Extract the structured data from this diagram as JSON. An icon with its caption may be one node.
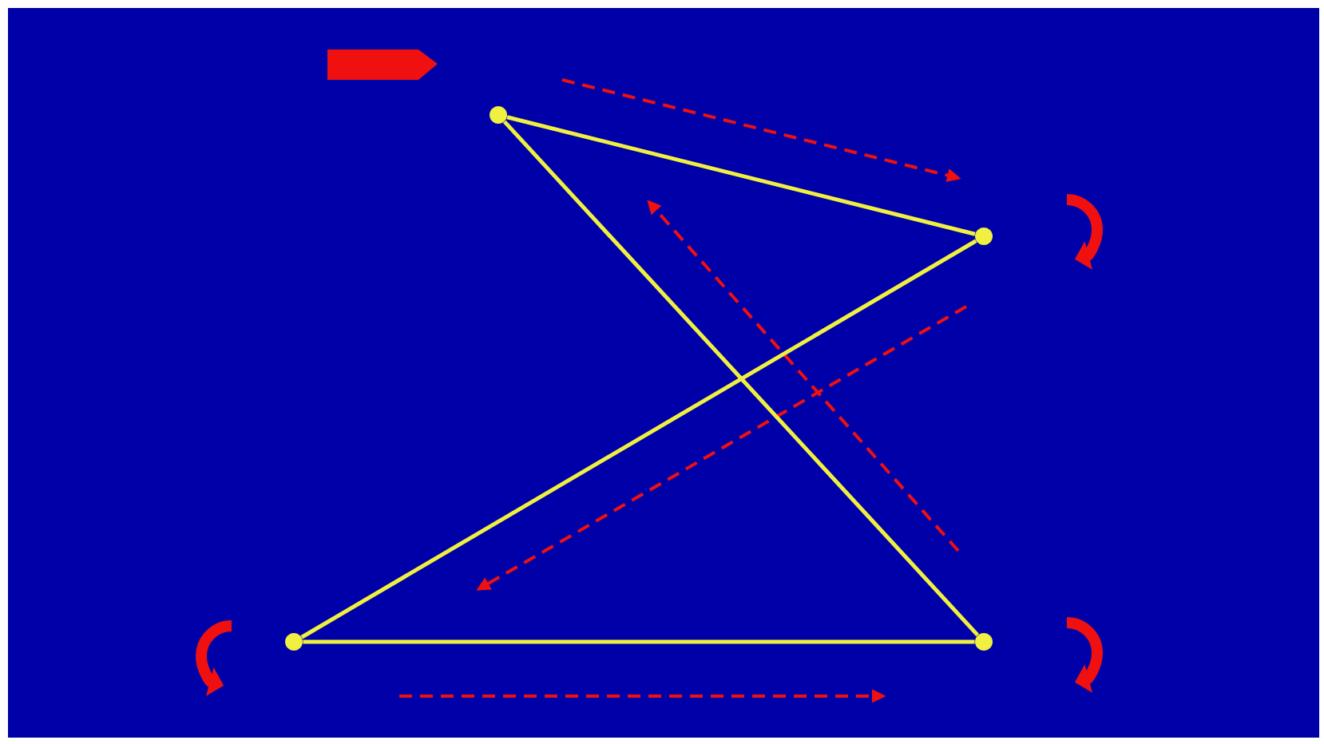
{
  "diagram": {
    "nodes": [
      {
        "text": [],
        "shape": "circle"
      },
      {
        "text": [],
        "shape": "circle"
      },
      {
        "text": [],
        "shape": "circle"
      },
      {
        "text": [],
        "shape": "circle"
      }
    ],
    "edges": [
      {
        "from": 0,
        "to": 1,
        "arrow": "none"
      },
      {
        "from": 0,
        "to": 3,
        "arrow": "none"
      },
      {
        "from": 1,
        "to": 2,
        "arrow": "none"
      },
      {
        "from": 2,
        "to": 3,
        "arrow": "none"
      }
    ]
  }
}
